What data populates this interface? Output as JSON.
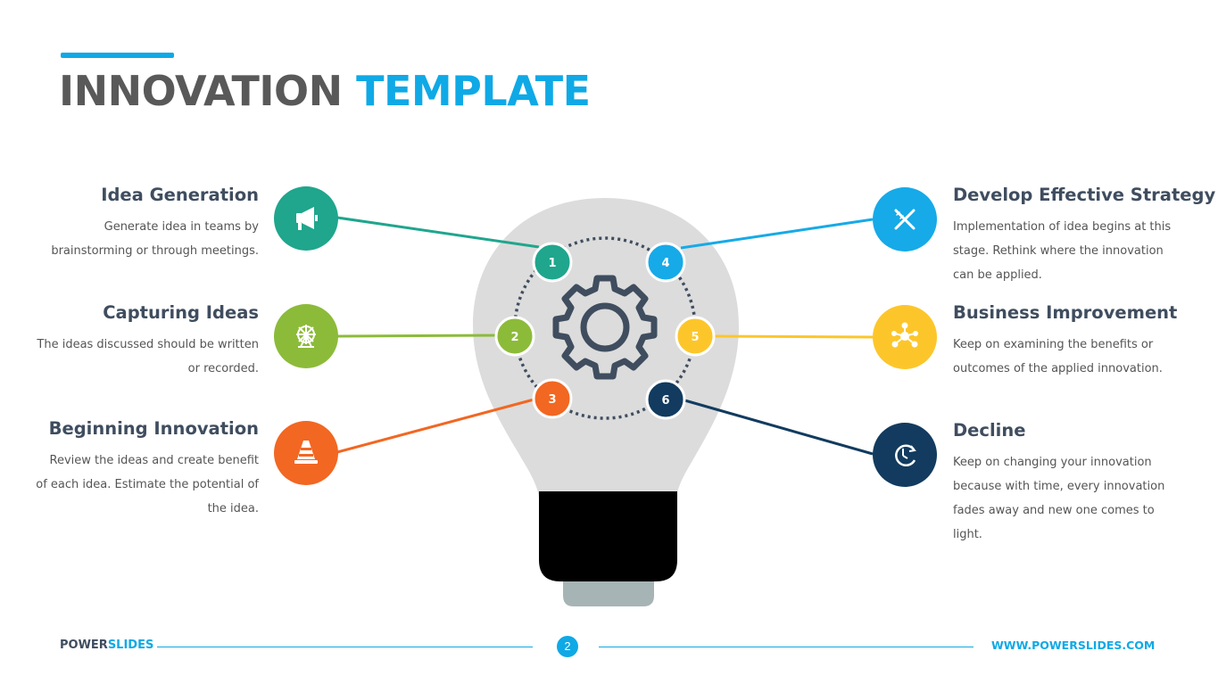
{
  "title": {
    "part1": "INNOVATION",
    "part2": "TEMPLATE"
  },
  "steps": [
    {
      "number": "1",
      "title": "Idea Generation",
      "description": "Generate idea in teams by brainstorming or through meetings.",
      "color": "#1fa68d",
      "icon": "megaphone-icon"
    },
    {
      "number": "2",
      "title": "Capturing Ideas",
      "description": "The ideas discussed should be written or recorded.",
      "color": "#8cbb3a",
      "icon": "ferris-wheel-icon"
    },
    {
      "number": "3",
      "title": "Beginning Innovation",
      "description": "Review the ideas and create benefit of each idea. Estimate the potential of the idea.",
      "color": "#f26722",
      "icon": "traffic-cone-icon"
    },
    {
      "number": "4",
      "title": "Develop Effective Strategy",
      "description": "Implementation of idea begins at this stage. Rethink where the innovation can be applied.",
      "color": "#16aae8",
      "icon": "pencil-ruler-icon"
    },
    {
      "number": "5",
      "title": "Business Improvement",
      "description": "Keep on examining the benefits or outcomes of the applied innovation.",
      "color": "#fcc62b",
      "icon": "network-icon"
    },
    {
      "number": "6",
      "title": "Decline",
      "description": "Keep on changing your innovation because with time, every innovation fades away and new one comes to light.",
      "color": "#123b5f",
      "icon": "24-hour-icon"
    }
  ],
  "footer": {
    "brand_part1": "POWER",
    "brand_part2": "SLIDES",
    "page_number": "2",
    "url": "WWW.POWERSLIDES.COM"
  },
  "colors": {
    "accent": "#0fa9e6",
    "bulb": "#dcdcdc",
    "bulb_base": "#000000",
    "bulb_tip": "#a7b4b6",
    "gear": "#3f4d5f"
  }
}
